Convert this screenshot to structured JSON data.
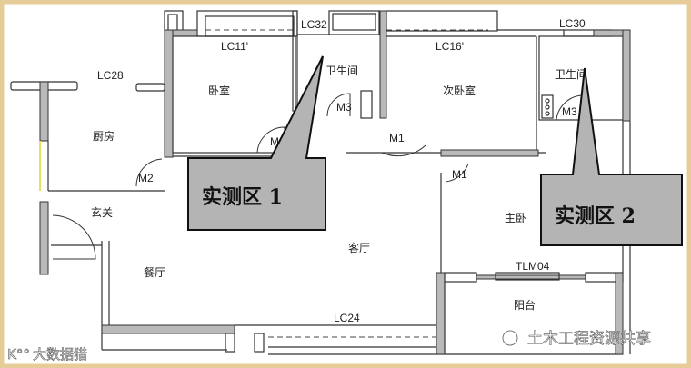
{
  "rooms": {
    "bedroom": "卧室",
    "bathroom_1": "卫生间",
    "second_bedroom": "次卧室",
    "bathroom_2": "卫生间",
    "kitchen": "厨房",
    "entrance": "玄关",
    "dining": "餐厅",
    "living": "客厅",
    "master_bedroom": "主卧",
    "balcony": "阳台"
  },
  "openings": {
    "lc11": "LC11'",
    "lc32": "LC32",
    "lc16": "LC16'",
    "lc30": "LC30",
    "lc28": "LC28",
    "lc24": "LC24",
    "tlm04": "TLM04",
    "m1_a": "M1",
    "m1_b": "M1",
    "m2": "M2",
    "m3": "M3",
    "m_bed": "M",
    "m_bath2": "M3"
  },
  "callouts": [
    {
      "label": "实测区 1"
    },
    {
      "label": "实测区 2"
    }
  ],
  "watermarks": {
    "left": "大数据猎",
    "right": "土木工程资源共享"
  },
  "colors": {
    "frame": "#e6cc98",
    "callout_fill": "#b4b4b4",
    "wall_fill": "#b9b9b9"
  }
}
